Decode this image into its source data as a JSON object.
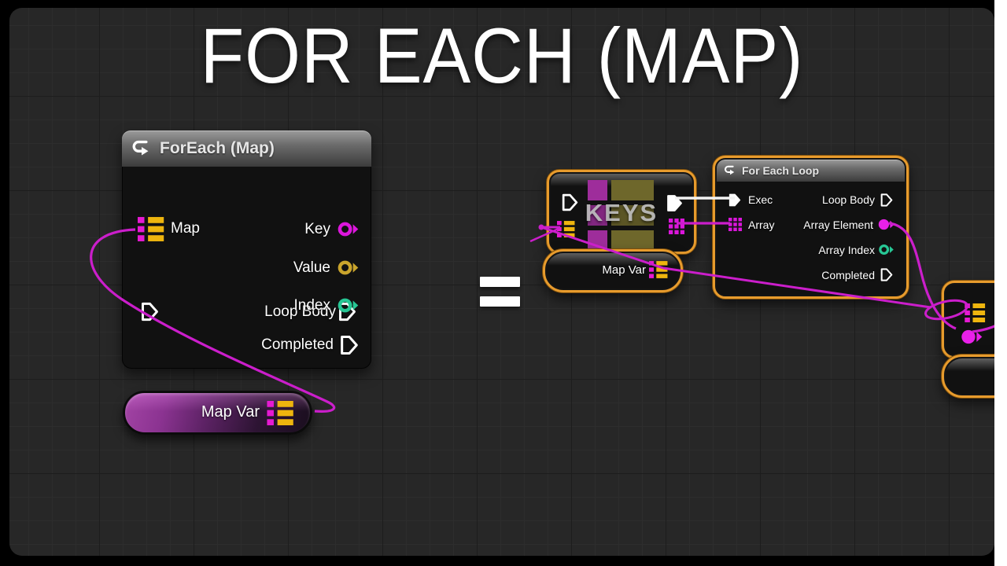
{
  "page": {
    "title": "FOR EACH (MAP)",
    "equals_sign": "="
  },
  "colors": {
    "selection_orange": "#e79b2d",
    "wire_magenta": "#cb1ecb",
    "exec_white": "#ffffff",
    "pin_key_magenta": "#dc16dc",
    "pin_value_gold": "#c9a42c",
    "pin_index_teal": "#27c795",
    "map_icon_key": "#e61ad2",
    "map_icon_value": "#eeb50e",
    "grid_background": "#272727"
  },
  "nodes": {
    "foreach_map": {
      "title": "ForEach (Map)",
      "input_map_label": "Map",
      "out_loop_body": "Loop Body",
      "out_key": "Key",
      "out_value": "Value",
      "out_index": "Index",
      "out_completed": "Completed"
    },
    "map_var_left": {
      "label": "Map Var"
    },
    "keys": {
      "watermark": "KEYS"
    },
    "map_var_right": {
      "label": "Map Var"
    },
    "for_each_loop": {
      "title": "For Each Loop",
      "in_exec": "Exec",
      "in_array": "Array",
      "out_loop_body": "Loop Body",
      "out_array_element": "Array Element",
      "out_array_index": "Array Index",
      "out_completed": "Completed"
    }
  }
}
